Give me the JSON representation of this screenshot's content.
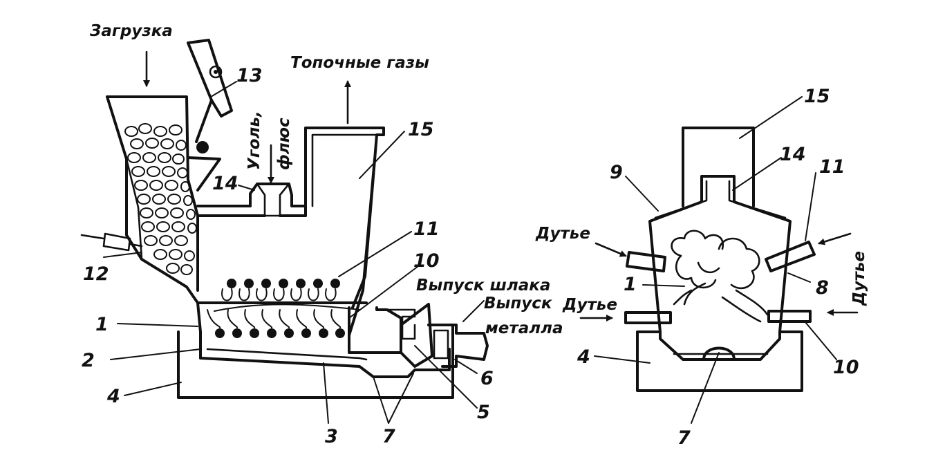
{
  "left_view": {
    "texts": {
      "loading": "Загрузка",
      "flue_gases": "Топочные газы",
      "coal_flux_1": "Уголь,",
      "coal_flux_2": "флюс",
      "slag_tap": "Выпуск шлака",
      "metal_tap_1": "Выпуск",
      "metal_tap_2": "металла"
    },
    "numbers": {
      "n1": "1",
      "n2": "2",
      "n3": "3",
      "n4": "4",
      "n5": "5",
      "n6": "6",
      "n7": "7",
      "n10": "10",
      "n11": "11",
      "n12": "12",
      "n13": "13",
      "n14": "14",
      "n15": "15"
    }
  },
  "right_view": {
    "texts": {
      "blast_top_left": "Дутье",
      "blast_mid_left": "Дутье",
      "blast_right_vertical": "Дутье"
    },
    "numbers": {
      "n1": "1",
      "n4": "4",
      "n7": "7",
      "n8": "8",
      "n9": "9",
      "n10": "10",
      "n11": "11",
      "n14": "14",
      "n15": "15"
    }
  }
}
